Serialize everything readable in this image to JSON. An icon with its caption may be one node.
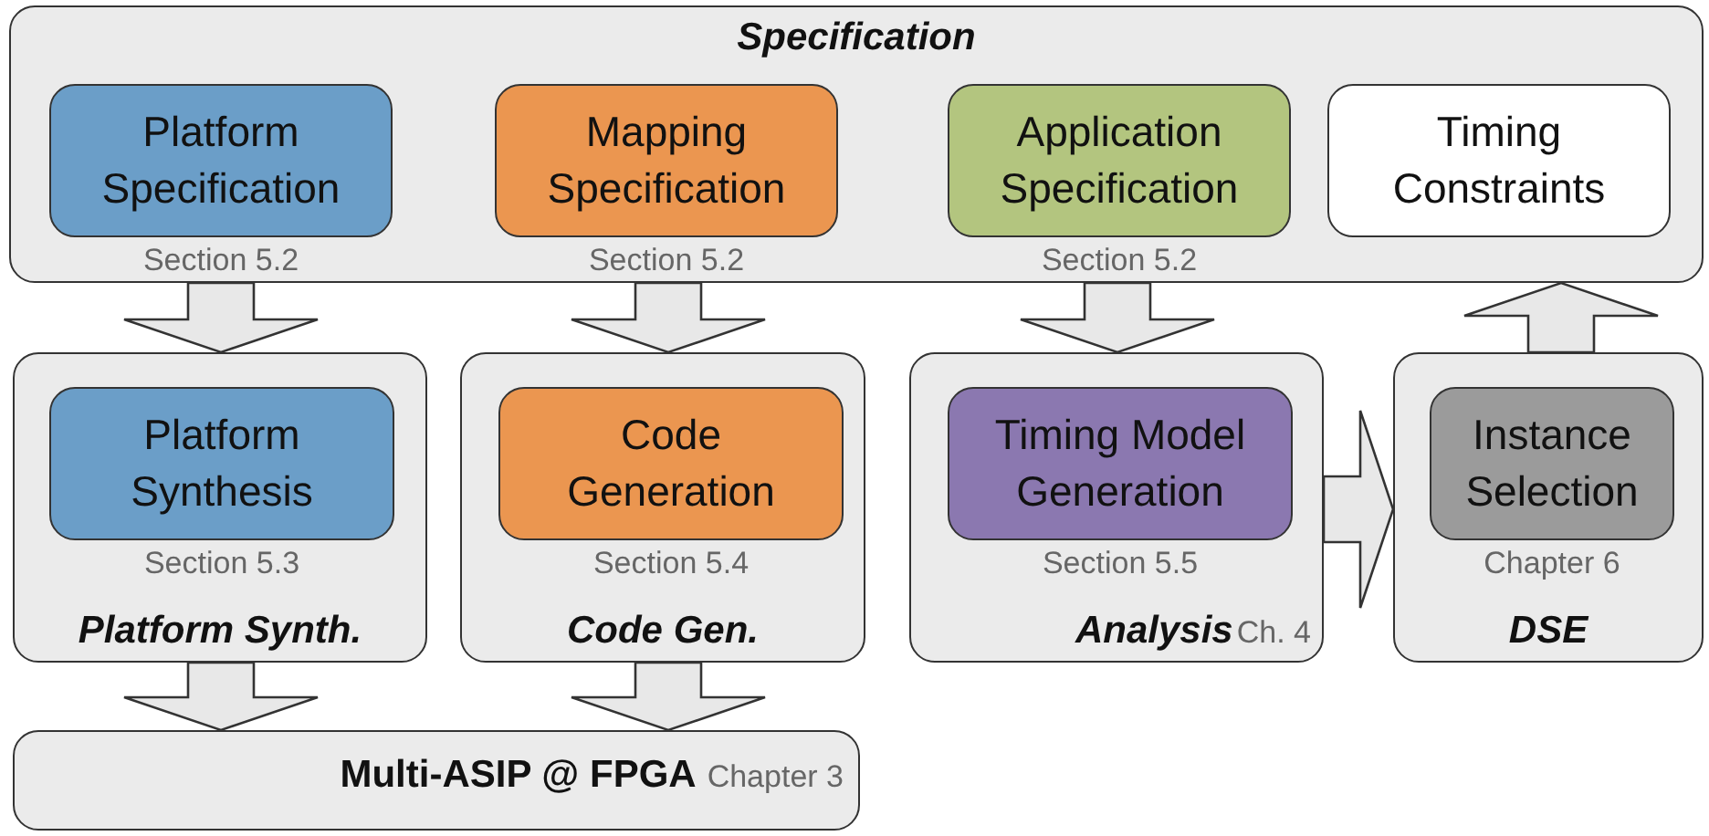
{
  "diagram": {
    "nodes": [
      {
        "text": [
          "Specification"
        ]
      },
      {
        "text": [
          "Platform Specification"
        ],
        "in": 0,
        "beside": [
          "Section 5.2"
        ]
      },
      {
        "text": [
          "Mapping Specification"
        ],
        "in": 0,
        "beside": [
          "Section 5.2"
        ]
      },
      {
        "text": [
          "Application Specification"
        ],
        "in": 0,
        "beside": [
          "Section 5.2"
        ]
      },
      {
        "text": [
          "Timing Constraints"
        ],
        "in": 0
      },
      {
        "text": [
          "Platform Synth."
        ]
      },
      {
        "text": [
          "Platform Synthesis"
        ],
        "in": 5,
        "beside": [
          "Section 5.3"
        ]
      },
      {
        "text": [
          "Code Gen."
        ]
      },
      {
        "text": [
          "Code Generation"
        ],
        "in": 7,
        "beside": [
          "Section 5.4"
        ]
      },
      {
        "text": [
          "Analysis",
          "Ch. 4"
        ]
      },
      {
        "text": [
          "Timing Model Generation"
        ],
        "in": 9,
        "beside": [
          "Section 5.5"
        ]
      },
      {
        "text": [
          "DSE"
        ]
      },
      {
        "text": [
          "Instance Selection"
        ],
        "in": 11,
        "beside": [
          "Chapter 6"
        ]
      },
      {
        "text": [
          "Multi-ASIP @ FPGA",
          "Chapter 3"
        ]
      }
    ],
    "edges": [
      {
        "from": 0,
        "to": 5,
        "arrow": "to"
      },
      {
        "from": 0,
        "to": 7,
        "arrow": "to"
      },
      {
        "from": 0,
        "to": 9,
        "arrow": "to"
      },
      {
        "from": 9,
        "to": 11,
        "arrow": "to"
      },
      {
        "from": 11,
        "to": 0,
        "arrow": "to"
      },
      {
        "from": 5,
        "to": 13,
        "arrow": "to"
      },
      {
        "from": 7,
        "to": 13,
        "arrow": "to"
      }
    ]
  }
}
